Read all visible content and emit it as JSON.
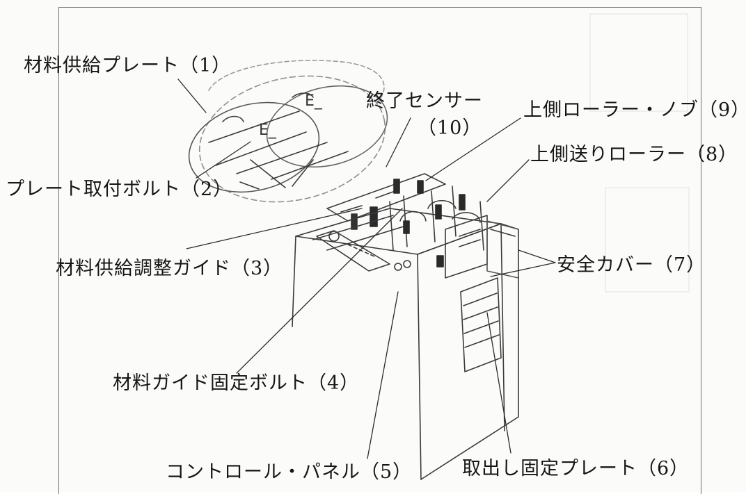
{
  "labels": {
    "feed_plate": "材料供給プレート（1）",
    "plate_bolt": "プレート取付ボルト（2）",
    "feed_guide": "材料供給調整ガイド（3）",
    "guide_bolt": "材料ガイド固定ボルト（4）",
    "control_panel": "コントロール・パネル（5）",
    "exit_plate": "取出し固定プレート（6）",
    "safety_cover": "安全カバー（7）",
    "upper_roller": "上側送りローラー（8）",
    "upper_knob": "上側ローラー・ノブ（9）",
    "end_sensor_line1": "終了センサー",
    "end_sensor_line2": "（10）"
  }
}
